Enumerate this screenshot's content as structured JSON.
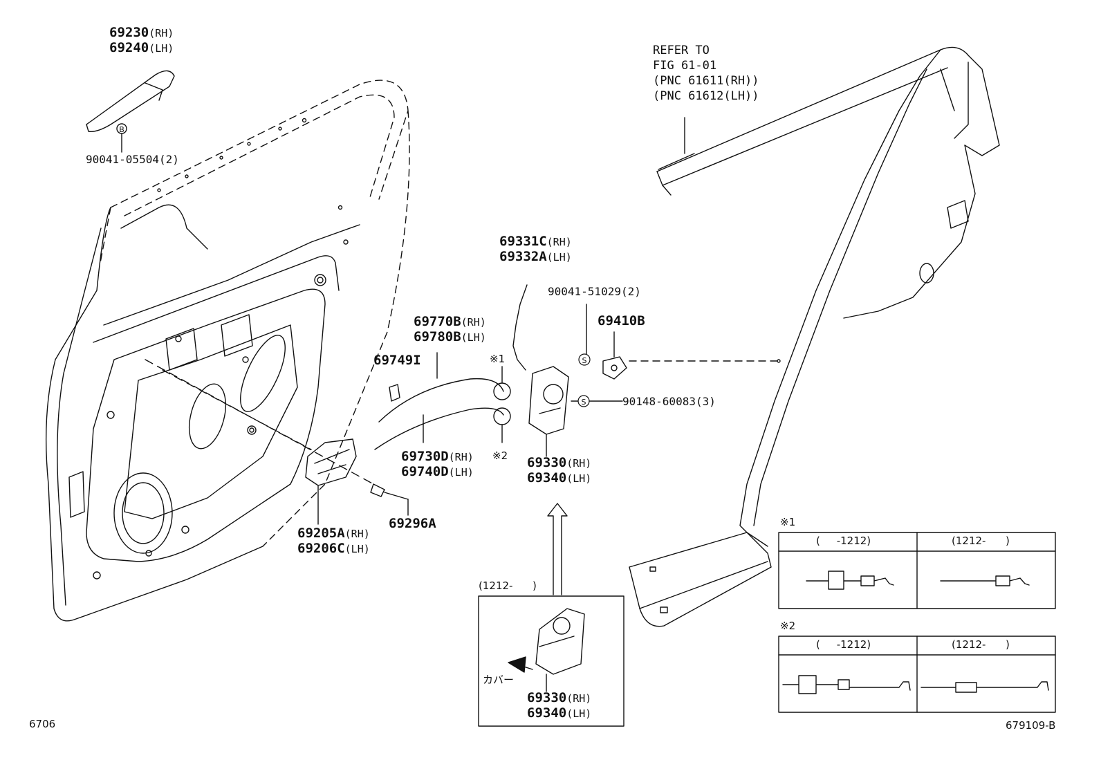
{
  "parts": {
    "handle_outer": {
      "rh": "69230",
      "lh": "69240",
      "rh_tag": "(RH)",
      "lh_tag": "(LH)"
    },
    "screw_handle": "90041-05504(2)",
    "screw_handle_mark": "B",
    "refer_note": [
      "REFER TO",
      "FIG 61-01",
      "(PNC 61611(RH))",
      "(PNC 61612(LH))"
    ],
    "lock_rod": {
      "rh": "69331C",
      "lh": "69332A",
      "rh_tag": "(RH)",
      "lh_tag": "(LH)"
    },
    "screw_striker": "90041-51029(2)",
    "striker": "69410B",
    "cable_outer": {
      "rh": "69770B",
      "lh": "69780B",
      "rh_tag": "(RH)",
      "lh_tag": "(LH)"
    },
    "clip": "69749I",
    "note1_mark": "※1",
    "note2_mark": "※2",
    "screw_lock": "90148-60083(3)",
    "s_mark": "S",
    "cable_inner": {
      "rh": "69730D",
      "lh": "69740D",
      "rh_tag": "(RH)",
      "lh_tag": "(LH)"
    },
    "door_lock": {
      "rh": "69330",
      "lh": "69340",
      "rh_tag": "(RH)",
      "lh_tag": "(LH)"
    },
    "handle_inner": {
      "rh": "69205A",
      "lh": "69206C",
      "rh_tag": "(RH)",
      "lh_tag": "(LH)"
    },
    "bezel_screw": "69296A"
  },
  "inset": {
    "range": "(1212-      )",
    "cover_label": "カバー",
    "part": {
      "rh": "69330",
      "lh": "69340",
      "rh_tag": "(RH)",
      "lh_tag": "(LH)"
    }
  },
  "note_tables": [
    {
      "mark": "※1",
      "col1": "(     -1212)",
      "col2": "(1212-      )"
    },
    {
      "mark": "※2",
      "col1": "(     -1212)",
      "col2": "(1212-      )"
    }
  ],
  "footer": {
    "page_code": "6706",
    "figure_id": "679109-B"
  }
}
